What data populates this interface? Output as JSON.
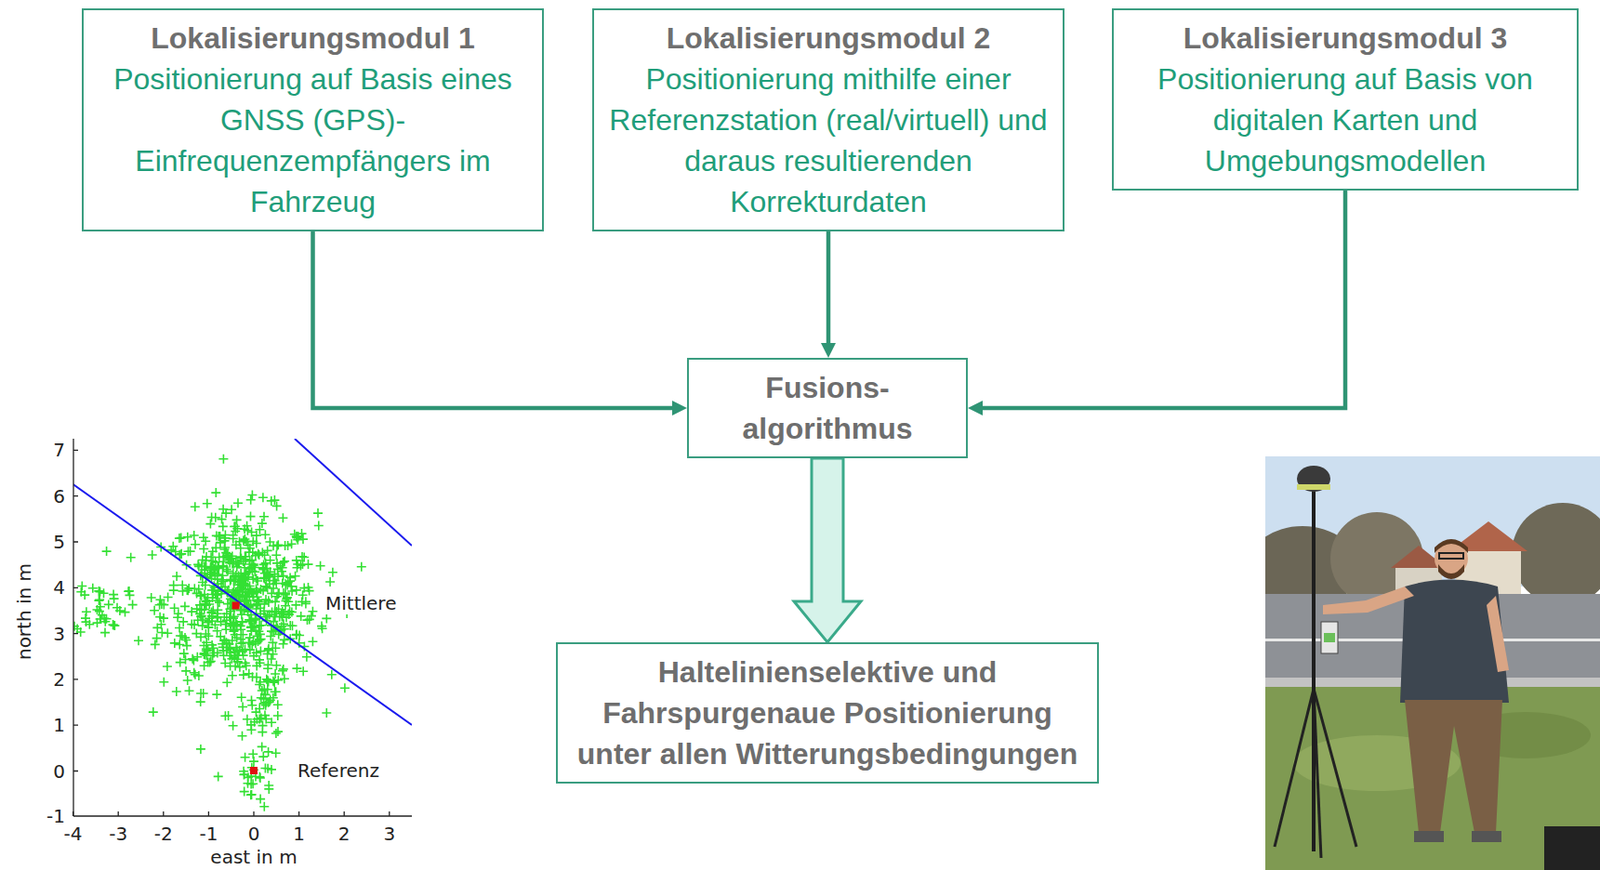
{
  "diagram": {
    "nodes": [
      {
        "text": [
          "Lokalisierungsmodul 1",
          "Positionierung auf Basis eines GNSS (GPS)-Einfrequenzempfängers im Fahrzeug"
        ]
      },
      {
        "text": [
          "Lokalisierungsmodul 2",
          "Positionierung mithilfe einer Referenzstation (real/virtuell) und daraus resultierenden Korrekturdaten"
        ]
      },
      {
        "text": [
          "Lokalisierungsmodul 3",
          "Positionierung auf Basis von digitalen Karten und Umgebungsmodellen"
        ]
      },
      {
        "text": [
          "Fusions- algorithmus"
        ]
      },
      {
        "text": [
          "Haltelinienselektive und Fahrspurgenaue Positionierung unter allen Witterungsbedingungen"
        ]
      }
    ],
    "edges": [
      {
        "from": 0,
        "to": 3,
        "arrow": "to"
      },
      {
        "from": 1,
        "to": 3,
        "arrow": "to"
      },
      {
        "from": 2,
        "to": 3,
        "arrow": "to"
      },
      {
        "from": 3,
        "to": 4,
        "arrow": "to"
      }
    ],
    "labels": [
      "7",
      "6",
      "5",
      "4",
      "3",
      "2",
      "1",
      "0",
      "-1",
      "north in m",
      "-4",
      "-3",
      "-2",
      "-1",
      "0",
      "1",
      "2",
      "3",
      "east in m",
      "Mittlere",
      "Referenz"
    ]
  }
}
